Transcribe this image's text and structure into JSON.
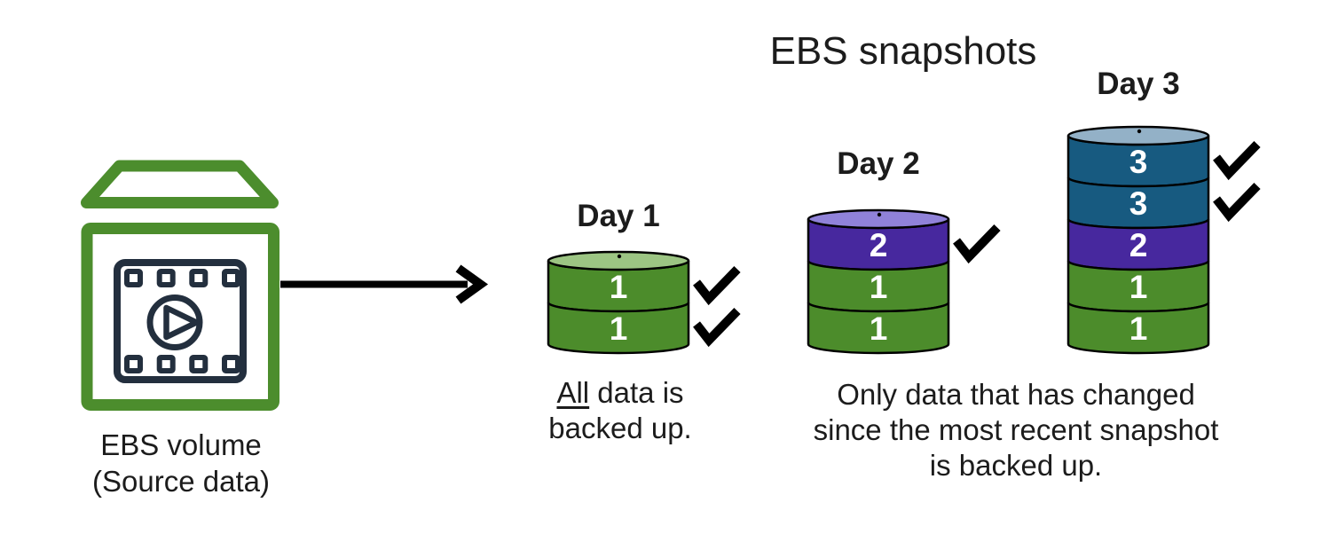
{
  "title": "EBS snapshots",
  "source_volume": {
    "icon": "ebs-volume-with-media",
    "label_lines": [
      "EBS volume",
      "(Source data)"
    ]
  },
  "flow_arrow_icon": "arrow-right",
  "stacks": [
    {
      "label": "Day 1",
      "layers": [
        {
          "value": "1",
          "color": "green",
          "checked": true
        },
        {
          "value": "1",
          "color": "green",
          "checked": true
        }
      ]
    },
    {
      "label": "Day 2",
      "layers": [
        {
          "value": "2",
          "color": "purple",
          "checked": true
        },
        {
          "value": "1",
          "color": "green",
          "checked": false
        },
        {
          "value": "1",
          "color": "green",
          "checked": false
        }
      ]
    },
    {
      "label": "Day 3",
      "layers": [
        {
          "value": "3",
          "color": "teal",
          "checked": true
        },
        {
          "value": "3",
          "color": "teal",
          "checked": true
        },
        {
          "value": "2",
          "color": "purple",
          "checked": false
        },
        {
          "value": "1",
          "color": "green",
          "checked": false
        },
        {
          "value": "1",
          "color": "green",
          "checked": false
        }
      ]
    }
  ],
  "captions": {
    "full_backup": {
      "underlined_word": "All",
      "line1_rest": " data is",
      "line2": "backed up."
    },
    "incremental_backup": {
      "lines": [
        "Only data that has changed",
        "since the most recent snapshot",
        "is backed up."
      ]
    }
  },
  "colors": {
    "green": {
      "body": "#4C8C2B",
      "top": "#9CC583"
    },
    "purple": {
      "body": "#47289E",
      "top": "#9082D9"
    },
    "teal": {
      "body": "#175A80",
      "top": "#93B1C7"
    },
    "outline": "#000000",
    "check": "#000000",
    "number_text": "#FFFFFF",
    "icon_green": "#4C8D2D",
    "icon_navy": "#232F3E",
    "arrow": "#000000",
    "text": "#1C1C1C",
    "background": "#FFFFFF"
  }
}
